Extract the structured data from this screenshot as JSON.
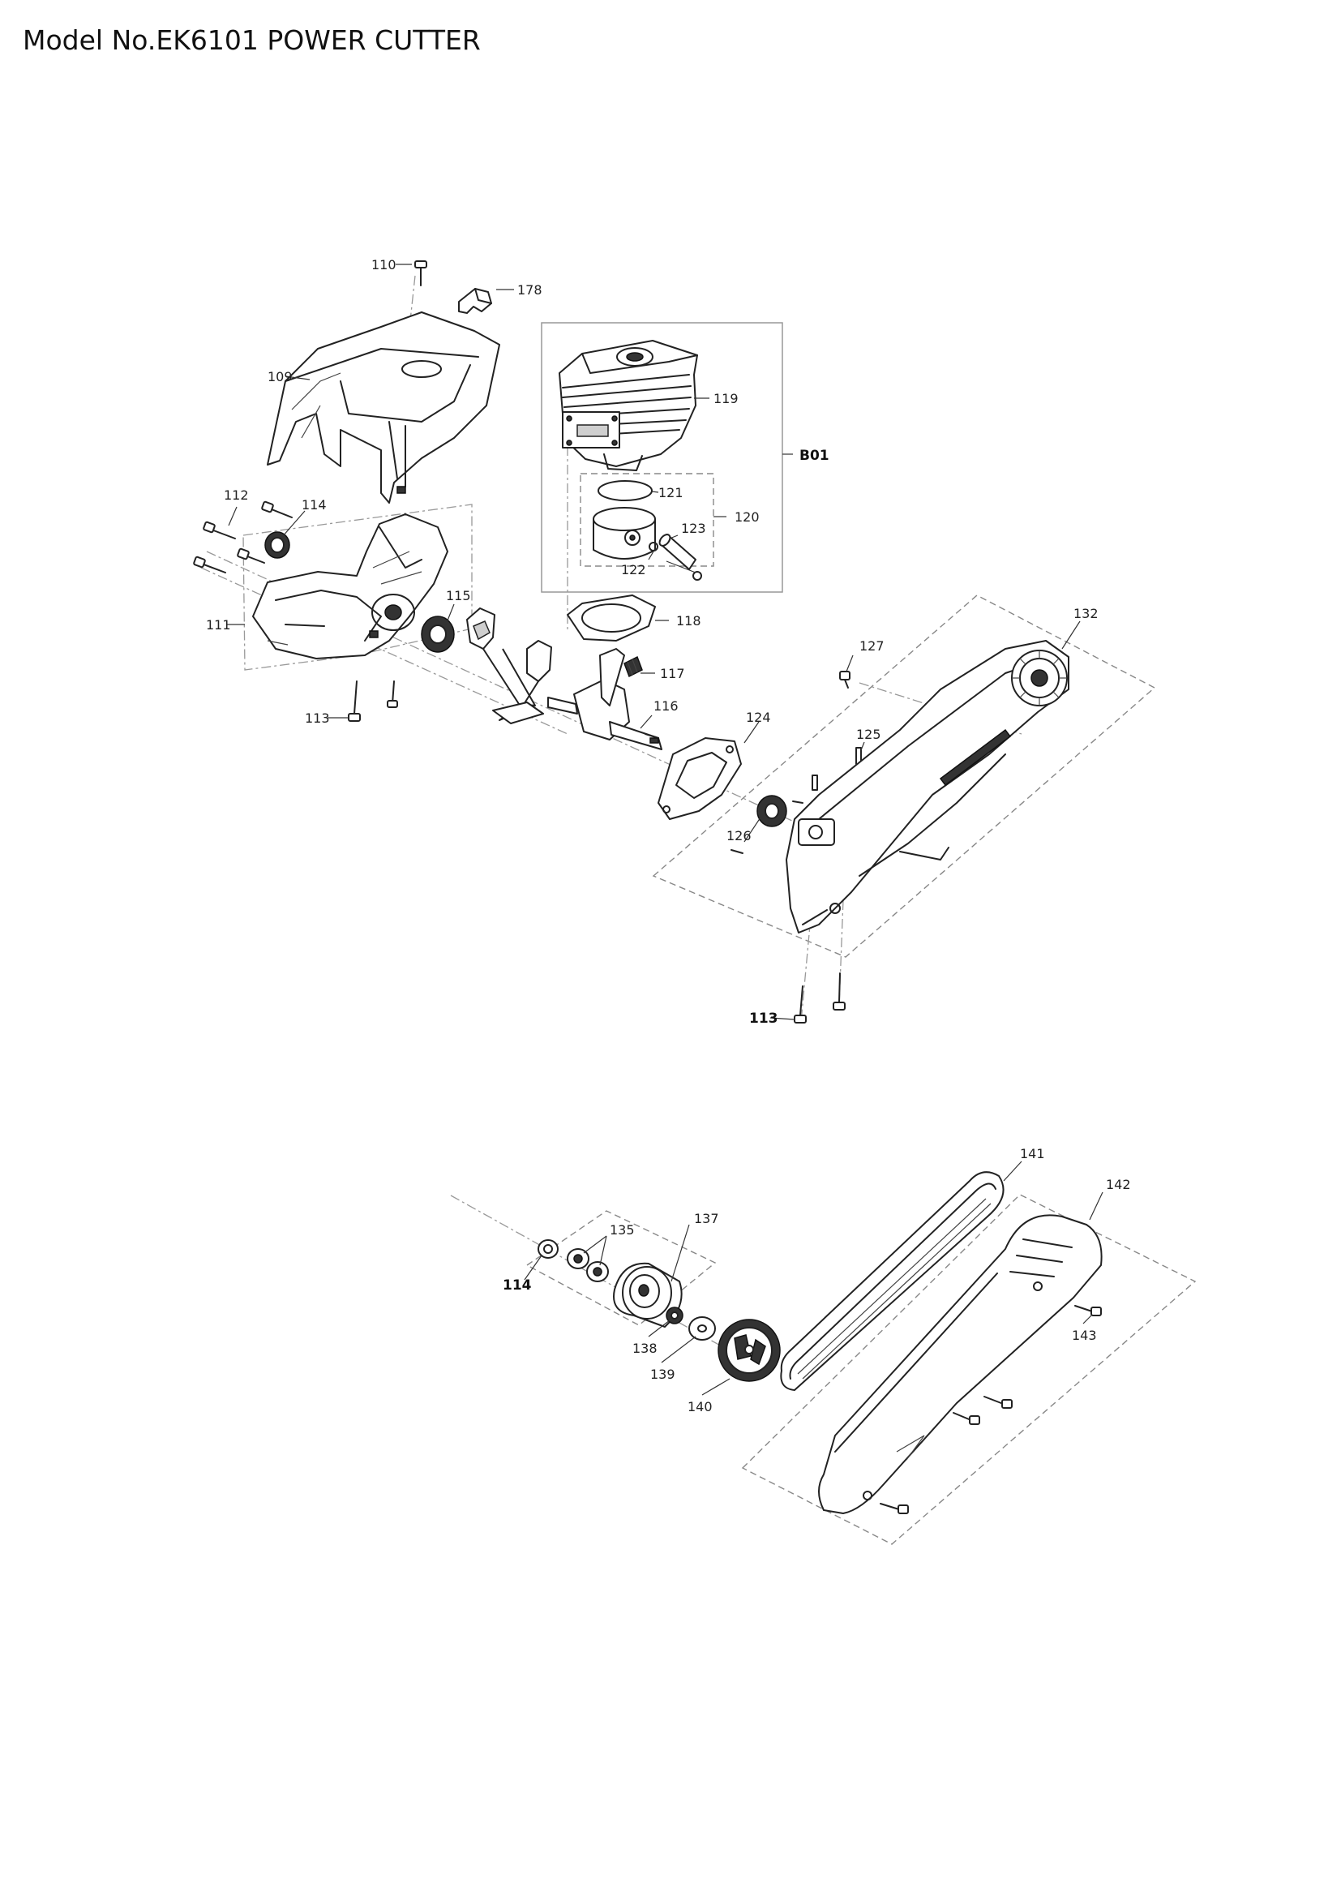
{
  "title": "Model No.EK6101 POWER CUTTER",
  "parts": {
    "p109": "109",
    "p110": "110",
    "p111": "111",
    "p112": "112",
    "p113a": "113",
    "p113b": "113",
    "p114a": "114",
    "p114b": "114",
    "p115": "115",
    "p116": "116",
    "p117": "117",
    "p118": "118",
    "p119": "119",
    "p120": "120",
    "p121": "121",
    "p122": "122",
    "p123": "123",
    "p124": "124",
    "p125": "125",
    "p126": "126",
    "p127": "127",
    "p132": "132",
    "p135": "135",
    "p137": "137",
    "p138": "138",
    "p139": "139",
    "p140": "140",
    "p141": "141",
    "p142": "142",
    "p143": "143",
    "p178": "178",
    "B01": "B01"
  }
}
